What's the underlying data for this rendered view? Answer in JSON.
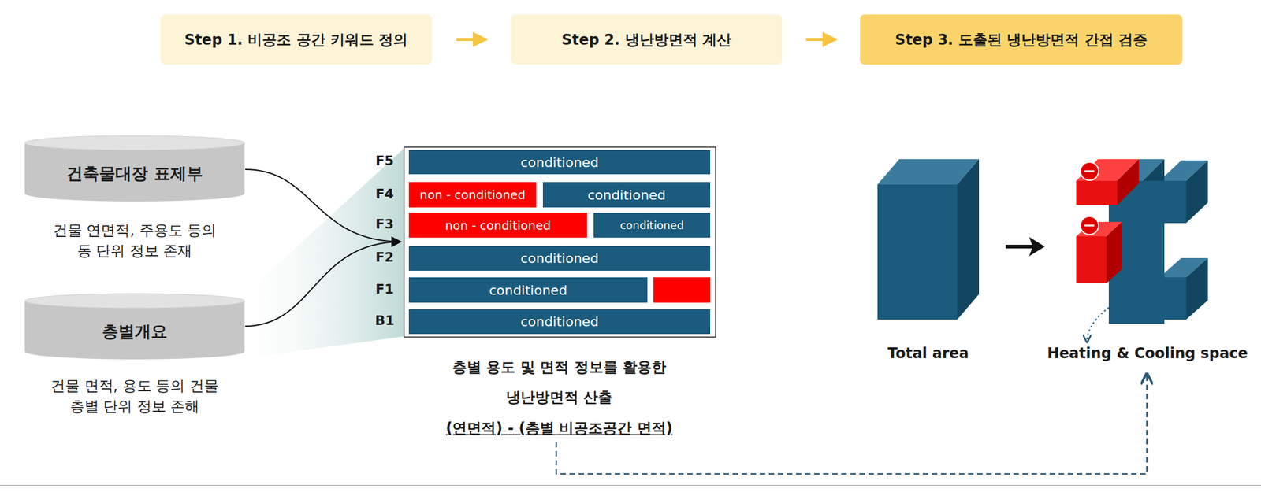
{
  "diagram": {
    "nodes": [
      {
        "text": [
          "Step 1. 비공조 공간 키워드 정의"
        ]
      },
      {
        "text": [
          "Step 2. 냉난방면적 계산"
        ]
      },
      {
        "text": [
          "Step 3. 도출된 냉난방면적 간접 검증"
        ]
      },
      {
        "text": [
          "건축물대장 표제부"
        ]
      },
      {
        "text": [
          "층별개요"
        ]
      },
      {
        "text": [
          "conditioned"
        ]
      },
      {
        "text": [
          "non - conditioned"
        ]
      },
      {
        "text": [
          "conditioned"
        ]
      },
      {
        "text": [
          "non - conditioned"
        ]
      },
      {
        "text": [
          "conditioned"
        ]
      },
      {
        "text": [
          "conditioned"
        ]
      },
      {
        "text": [
          "conditioned"
        ]
      },
      {
        "text": [
          "conditioned"
        ]
      }
    ],
    "edges": [
      {
        "from": 0,
        "to": 1,
        "arrow": "to"
      },
      {
        "from": 1,
        "to": 2,
        "arrow": "to"
      }
    ],
    "labels": [
      "건물 연면적, 주용도 등의 동 단위 정보 존재",
      "건물 면적, 용도 등의 건물 층별 단위 정보 존해",
      "F5",
      "F4",
      "F3",
      "F2",
      "F1",
      "B1",
      "층별 용도 및 면적 정보를 활용한",
      "냉난방면적 산출",
      "(연면적) - (층별 비공조공간 면적)",
      "Total area",
      "Heating & Cooling space"
    ]
  }
}
